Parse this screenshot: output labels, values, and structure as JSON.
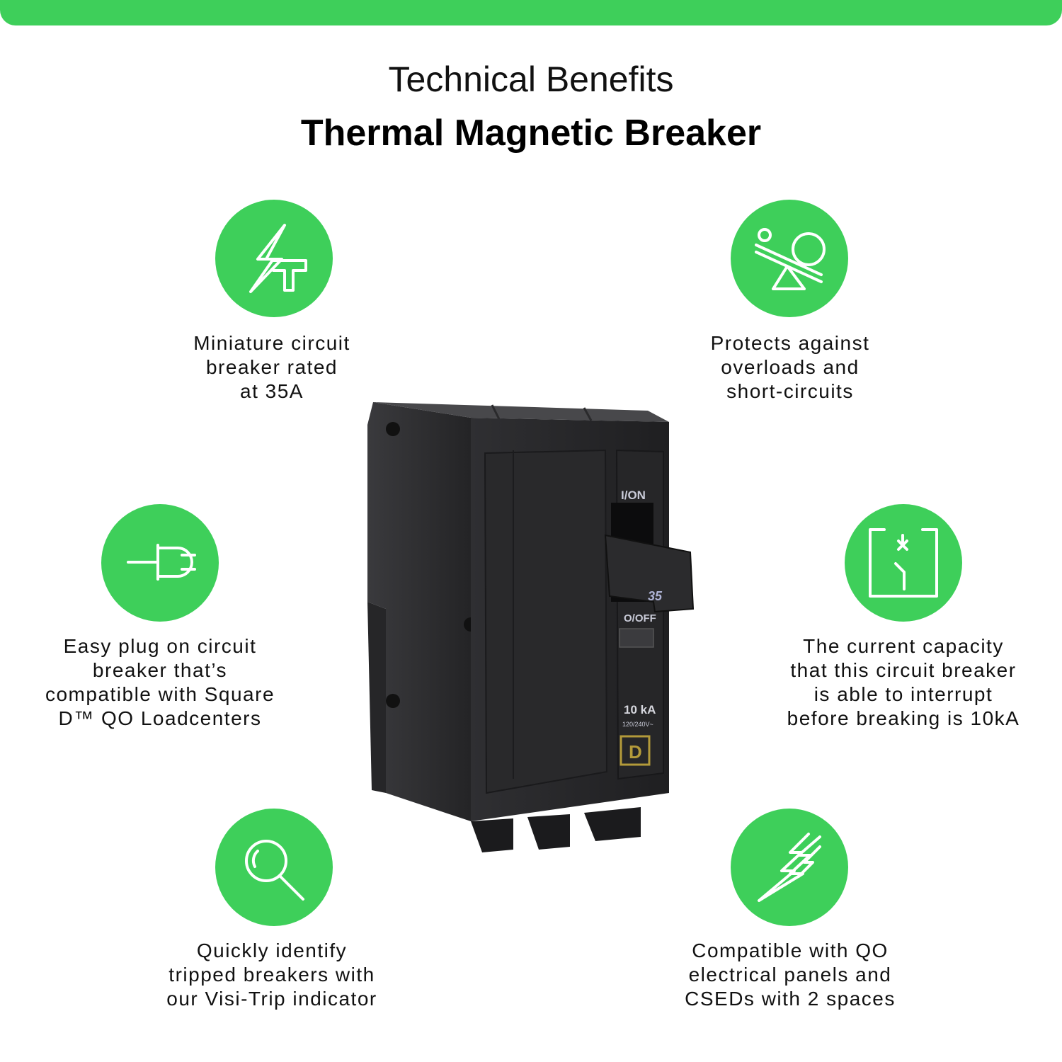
{
  "header": {
    "subtitle": "Technical Benefits",
    "title": "Thermal Magnetic Breaker"
  },
  "features": [
    {
      "icon": "lightning-tower-icon",
      "lines": [
        "Miniature circuit",
        "breaker rated",
        "at 35A"
      ]
    },
    {
      "icon": "seesaw-balance-icon",
      "lines": [
        "Protects against",
        "overloads and",
        "short-circuits"
      ]
    },
    {
      "icon": "plug-icon",
      "lines": [
        "Easy plug on circuit",
        "breaker that’s",
        "compatible with Square",
        "D™ QO Loadcenters"
      ]
    },
    {
      "icon": "breaker-switch-icon",
      "lines": [
        "The current capacity",
        "that this circuit breaker",
        "is able to interrupt",
        "before breaking is 10kA"
      ]
    },
    {
      "icon": "magnifier-icon",
      "lines": [
        "Quickly identify",
        "tripped breakers with",
        "our Visi-Trip indicator"
      ]
    },
    {
      "icon": "double-lightning-icon",
      "lines": [
        "Compatible with QO",
        "electrical panels and",
        "CSEDs with 2 spaces"
      ]
    }
  ],
  "product": {
    "on_label": "I/ON",
    "off_label": "O/OFF",
    "amp_rating": "35",
    "ka_rating": "10 kA",
    "voltage": "120/240V~",
    "logo_letter": "D"
  },
  "colors": {
    "accent": "#3ecf5a",
    "breaker_body": "#2a2a2c",
    "logo_gold": "#b39a3a"
  }
}
